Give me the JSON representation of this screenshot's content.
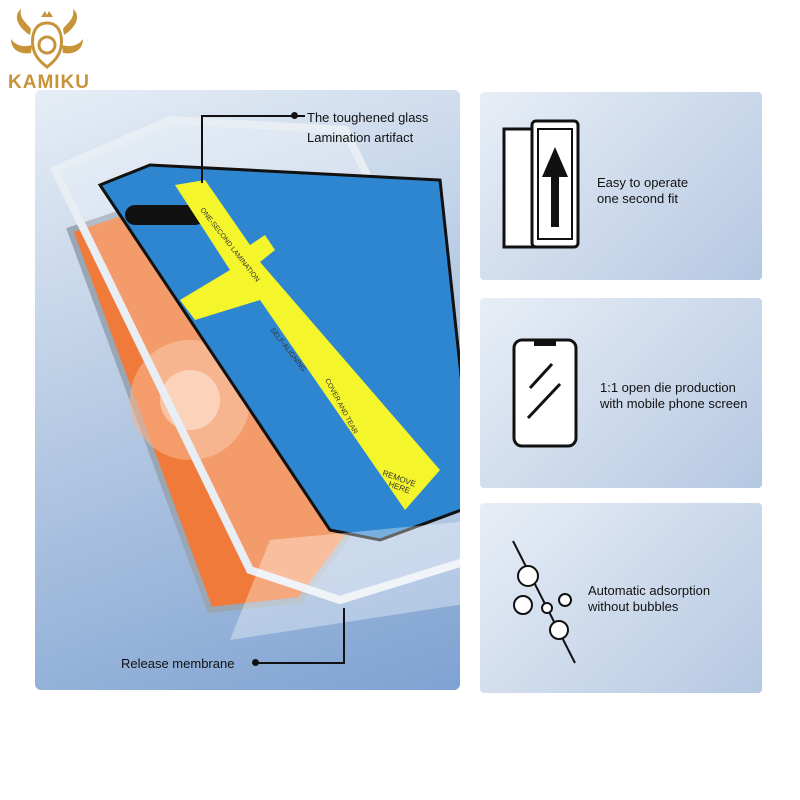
{
  "brand": {
    "name": "KAMIKU"
  },
  "callouts": {
    "glass_line1": "The toughened glass",
    "glass_line2": "Lamination artifact",
    "membrane": "Release membrane"
  },
  "sticker": {
    "line1": "ONE-SECOND LAMINATION",
    "line2": "SELF-ALIGNING",
    "line3": "COVER AND TEAR",
    "remove1": "REMOVE",
    "remove2": "HERE"
  },
  "features": [
    {
      "icon": "arrow-up-card-icon",
      "line1": "Easy to operate",
      "line2": "one second fit"
    },
    {
      "icon": "phone-screen-icon",
      "line1": "1:1 open die production",
      "line2": "with mobile phone screen"
    },
    {
      "icon": "bubbles-icon",
      "line1": "Automatic adsorption",
      "line2": "without bubbles"
    }
  ],
  "colors": {
    "accent_yellow": "#f4f52a",
    "screen_blue": "#2f86d0",
    "logo_gold": "#c8943a",
    "phone_orange": "#f07a3a"
  }
}
